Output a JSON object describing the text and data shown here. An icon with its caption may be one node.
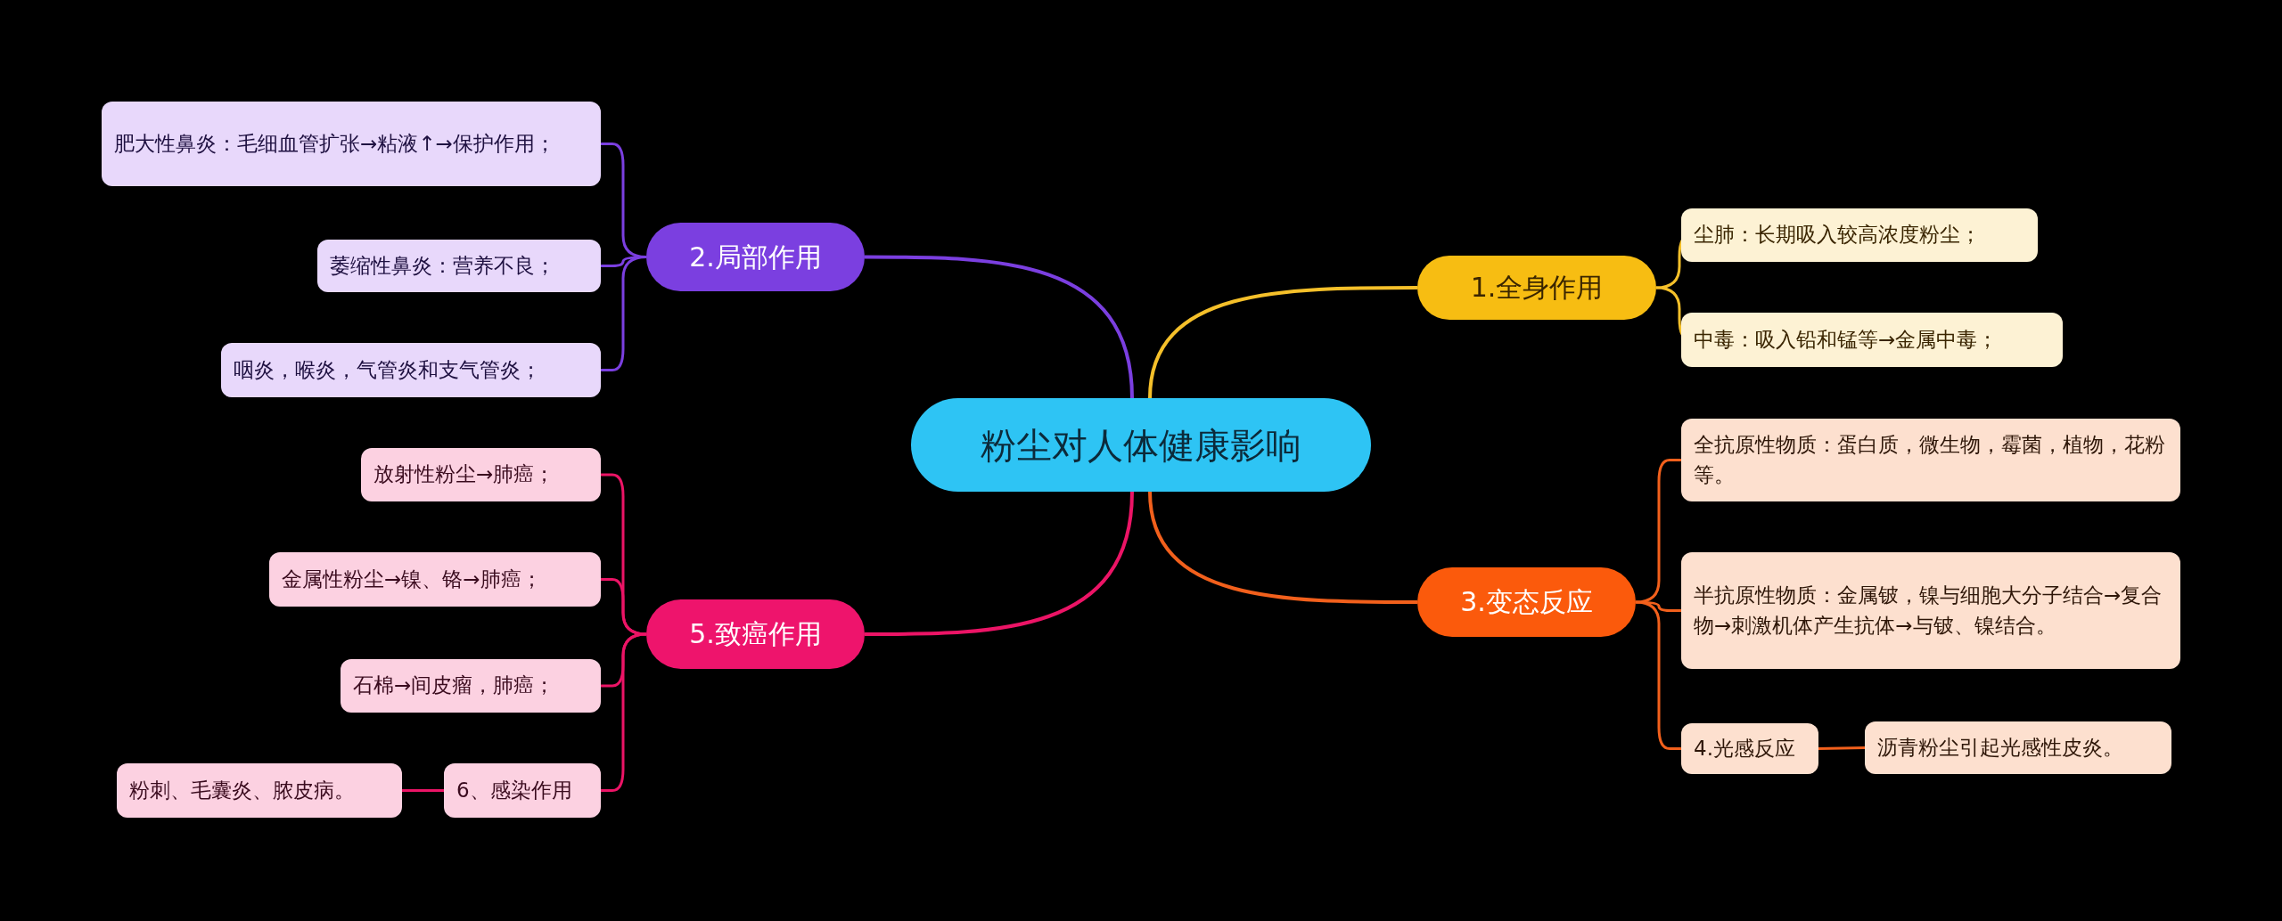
{
  "diagram": {
    "nodes": [
      {
        "text": [
          "粉尘对人体健康影响"
        ]
      },
      {
        "text": [
          "1.全身作用"
        ]
      },
      {
        "text": [
          "尘肺：长期吸入较高浓度粉尘；"
        ]
      },
      {
        "text": [
          "中毒：吸入铅和锰等→金属中毒；"
        ]
      },
      {
        "text": [
          "2.局部作用"
        ]
      },
      {
        "text": [
          "肥大性鼻炎：毛细血管扩张→粘液↑→保护作用；"
        ]
      },
      {
        "text": [
          "萎缩性鼻炎：营养不良；"
        ]
      },
      {
        "text": [
          "咽炎，喉炎，气管炎和支气管炎；"
        ]
      },
      {
        "text": [
          "3.变态反应"
        ]
      },
      {
        "text": [
          "全抗原性物质：蛋白质，微生物，霉菌，植物，花粉等。"
        ]
      },
      {
        "text": [
          "半抗原性物质：金属铍，镍与细胞大分子结合→复合物→刺激机体产生抗体→与铍、镍结合。"
        ]
      },
      {
        "text": [
          "4.光感反应"
        ]
      },
      {
        "text": [
          "沥青粉尘引起光感性皮炎。"
        ]
      },
      {
        "text": [
          "5.致癌作用"
        ]
      },
      {
        "text": [
          "放射性粉尘→肺癌；"
        ]
      },
      {
        "text": [
          "金属性粉尘→镍、铬→肺癌；"
        ]
      },
      {
        "text": [
          "石棉→间皮瘤，肺癌；"
        ]
      },
      {
        "text": [
          "6、感染作用"
        ]
      },
      {
        "text": [
          "粉刺、毛囊炎、脓皮病。"
        ]
      }
    ],
    "edges": [
      {
        "from": 0,
        "to": 1,
        "arrow": "none",
        "color": "#f5c02a"
      },
      {
        "from": 1,
        "to": 2,
        "arrow": "none",
        "color": "#f5c02a"
      },
      {
        "from": 1,
        "to": 3,
        "arrow": "none",
        "color": "#f5c02a"
      },
      {
        "from": 0,
        "to": 4,
        "arrow": "none",
        "color": "#7b3fe0"
      },
      {
        "from": 4,
        "to": 5,
        "arrow": "none",
        "color": "#7b3fe0"
      },
      {
        "from": 4,
        "to": 6,
        "arrow": "none",
        "color": "#7b3fe0"
      },
      {
        "from": 4,
        "to": 7,
        "arrow": "none",
        "color": "#7b3fe0"
      },
      {
        "from": 0,
        "to": 8,
        "arrow": "none",
        "color": "#f2601c"
      },
      {
        "from": 8,
        "to": 9,
        "arrow": "none",
        "color": "#f2601c"
      },
      {
        "from": 8,
        "to": 10,
        "arrow": "none",
        "color": "#f2601c"
      },
      {
        "from": 8,
        "to": 11,
        "arrow": "none",
        "color": "#f2601c"
      },
      {
        "from": 11,
        "to": 12,
        "arrow": "none",
        "color": "#f2601c"
      },
      {
        "from": 0,
        "to": 13,
        "arrow": "none",
        "color": "#ec1466"
      },
      {
        "from": 13,
        "to": 14,
        "arrow": "none",
        "color": "#ec1466"
      },
      {
        "from": 13,
        "to": 15,
        "arrow": "none",
        "color": "#ec1466"
      },
      {
        "from": 13,
        "to": 16,
        "arrow": "none",
        "color": "#ec1466"
      },
      {
        "from": 13,
        "to": 17,
        "arrow": "none",
        "color": "#ec1466"
      },
      {
        "from": 17,
        "to": 18,
        "arrow": "none",
        "color": "#ec1466"
      }
    ]
  }
}
